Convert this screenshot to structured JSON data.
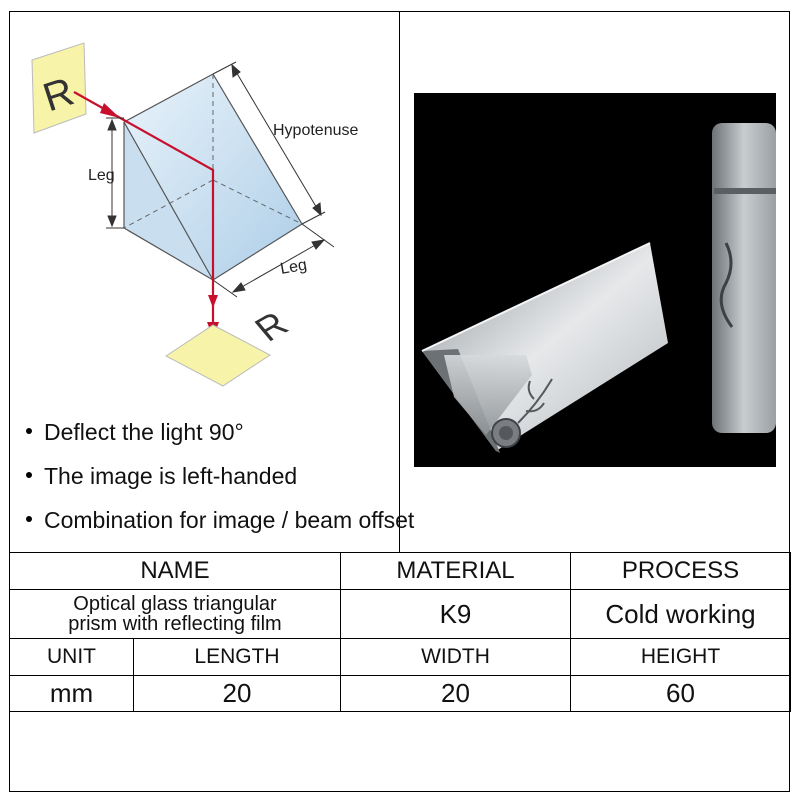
{
  "diagram": {
    "label_r_top": "R",
    "label_r_bottom": "R",
    "label_hypotenuse": "Hypotenuse",
    "label_leg_left": "Leg",
    "label_leg_bottom": "Leg"
  },
  "bullets": [
    "Deflect the light 90°",
    "The image is left-handed",
    "Combination for image / beam offset"
  ],
  "table": {
    "headers": [
      "NAME",
      "MATERIAL",
      "PROCESS"
    ],
    "name_line1": "Optical glass triangular",
    "name_line2": "prism with reflecting film",
    "material": "K9",
    "process": "Cold working",
    "dim_headers": [
      "UNIT",
      "LENGTH",
      "WIDTH",
      "HEIGHT"
    ],
    "dim_values": [
      "mm",
      "20",
      "20",
      "60"
    ]
  },
  "colors": {
    "beam": "#c8102e",
    "sticky_note": "#f7f3a8",
    "prism": "#bcd7ec"
  }
}
